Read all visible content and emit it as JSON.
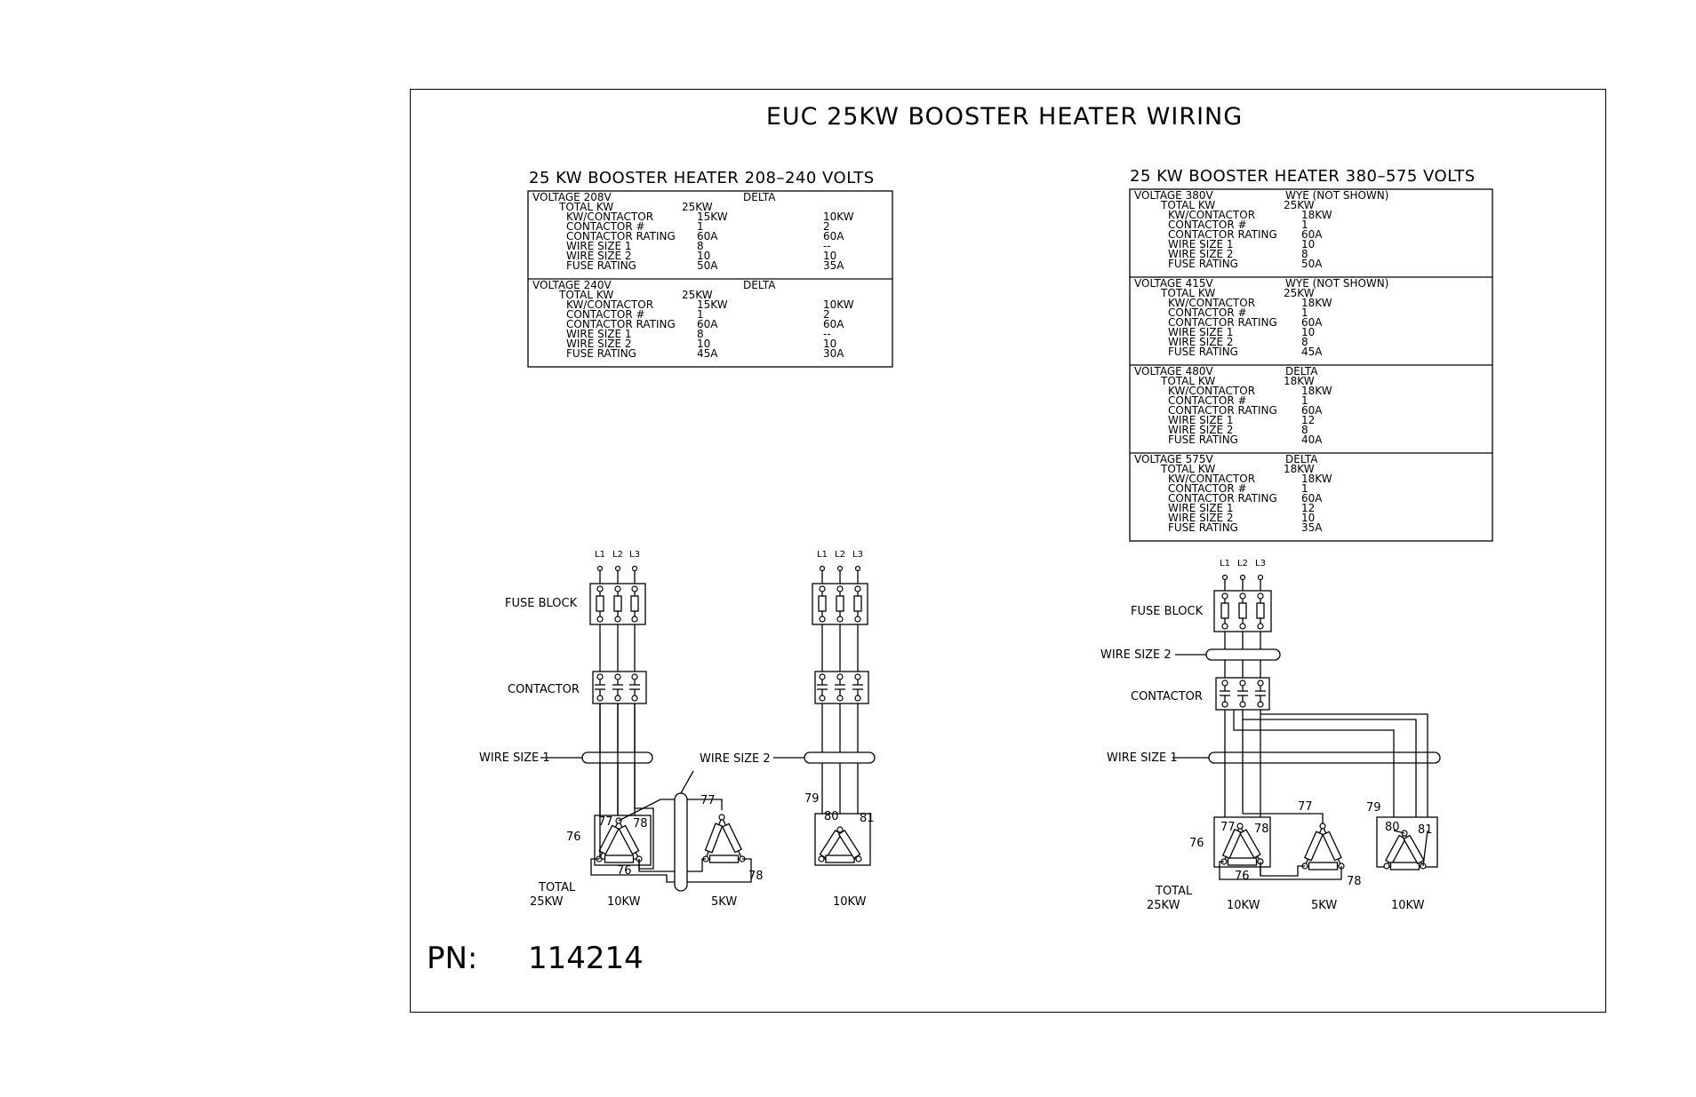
{
  "title": "EUC 25KW BOOSTER HEATER WIRING",
  "left_table": {
    "heading": "25 KW BOOSTER HEATER 208–240 VOLTS",
    "sections": [
      {
        "voltage": "VOLTAGE 208V",
        "config": "DELTA",
        "total_kw_label": "TOTAL KW",
        "total_kw": "25KW",
        "rows": [
          {
            "label": "KW/CONTACTOR",
            "v1": "15KW",
            "v2": "10KW"
          },
          {
            "label": "CONTACTOR #",
            "v1": "1",
            "v2": "2"
          },
          {
            "label": "CONTACTOR RATING",
            "v1": "60A",
            "v2": "60A"
          },
          {
            "label": "WIRE SIZE 1",
            "v1": "8",
            "v2": "--"
          },
          {
            "label": "WIRE SIZE 2",
            "v1": "10",
            "v2": "10"
          },
          {
            "label": "FUSE RATING",
            "v1": "50A",
            "v2": "35A"
          }
        ]
      },
      {
        "voltage": "VOLTAGE 240V",
        "config": "DELTA",
        "total_kw_label": "TOTAL KW",
        "total_kw": "25KW",
        "rows": [
          {
            "label": "KW/CONTACTOR",
            "v1": "15KW",
            "v2": "10KW"
          },
          {
            "label": "CONTACTOR #",
            "v1": "1",
            "v2": "2"
          },
          {
            "label": "CONTACTOR RATING",
            "v1": "60A",
            "v2": "60A"
          },
          {
            "label": "WIRE SIZE 1",
            "v1": "8",
            "v2": "--"
          },
          {
            "label": "WIRE SIZE 2",
            "v1": "10",
            "v2": "10"
          },
          {
            "label": "FUSE RATING",
            "v1": "45A",
            "v2": "30A"
          }
        ]
      }
    ]
  },
  "right_table": {
    "heading": "25 KW BOOSTER HEATER 380–575 VOLTS",
    "sections": [
      {
        "voltage": "VOLTAGE 380V",
        "config": "WYE (NOT SHOWN)",
        "total_kw_label": "TOTAL KW",
        "total_kw": "25KW",
        "rows": [
          {
            "label": "KW/CONTACTOR",
            "v1": "18KW"
          },
          {
            "label": "CONTACTOR #",
            "v1": "1"
          },
          {
            "label": "CONTACTOR RATING",
            "v1": "60A"
          },
          {
            "label": "WIRE SIZE 1",
            "v1": "10"
          },
          {
            "label": "WIRE SIZE 2",
            "v1": "8"
          },
          {
            "label": "FUSE RATING",
            "v1": "50A"
          }
        ]
      },
      {
        "voltage": "VOLTAGE 415V",
        "config": "WYE (NOT SHOWN)",
        "total_kw_label": "TOTAL KW",
        "total_kw": "25KW",
        "rows": [
          {
            "label": "KW/CONTACTOR",
            "v1": "18KW"
          },
          {
            "label": "CONTACTOR #",
            "v1": "1"
          },
          {
            "label": "CONTACTOR RATING",
            "v1": "60A"
          },
          {
            "label": "WIRE SIZE 1",
            "v1": "10"
          },
          {
            "label": "WIRE SIZE 2",
            "v1": "8"
          },
          {
            "label": "FUSE RATING",
            "v1": "45A"
          }
        ]
      },
      {
        "voltage": "VOLTAGE 480V",
        "config": "DELTA",
        "total_kw_label": "TOTAL KW",
        "total_kw": "18KW",
        "rows": [
          {
            "label": "KW/CONTACTOR",
            "v1": "18KW"
          },
          {
            "label": "CONTACTOR #",
            "v1": "1"
          },
          {
            "label": "CONTACTOR RATING",
            "v1": "60A"
          },
          {
            "label": "WIRE SIZE 1",
            "v1": "12"
          },
          {
            "label": "WIRE SIZE 2",
            "v1": "8"
          },
          {
            "label": "FUSE RATING",
            "v1": "40A"
          }
        ]
      },
      {
        "voltage": "VOLTAGE 575V",
        "config": "DELTA",
        "total_kw_label": "TOTAL KW",
        "total_kw": "18KW",
        "rows": [
          {
            "label": "KW/CONTACTOR",
            "v1": "18KW"
          },
          {
            "label": "CONTACTOR #",
            "v1": "1"
          },
          {
            "label": "CONTACTOR RATING",
            "v1": "60A"
          },
          {
            "label": "WIRE SIZE 1",
            "v1": "12"
          },
          {
            "label": "WIRE SIZE 2",
            "v1": "10"
          },
          {
            "label": "FUSE RATING",
            "v1": "35A"
          }
        ]
      }
    ]
  },
  "diagram_labels": {
    "fuse_block": "FUSE BLOCK",
    "contactor": "CONTACTOR",
    "wire_size_1": "WIRE SIZE 1",
    "wire_size_2": "WIRE SIZE 2",
    "line_labels": [
      "L1",
      "L2",
      "L3"
    ],
    "total_line1": "TOTAL",
    "total_line2": "25KW",
    "kw_10": "10KW",
    "kw_5": "5KW",
    "terminals": {
      "t76": "76",
      "t77": "77",
      "t78": "78",
      "t79": "79",
      "t80": "80",
      "t81": "81"
    }
  },
  "part_number": {
    "label": "PN:",
    "value": "114214"
  }
}
